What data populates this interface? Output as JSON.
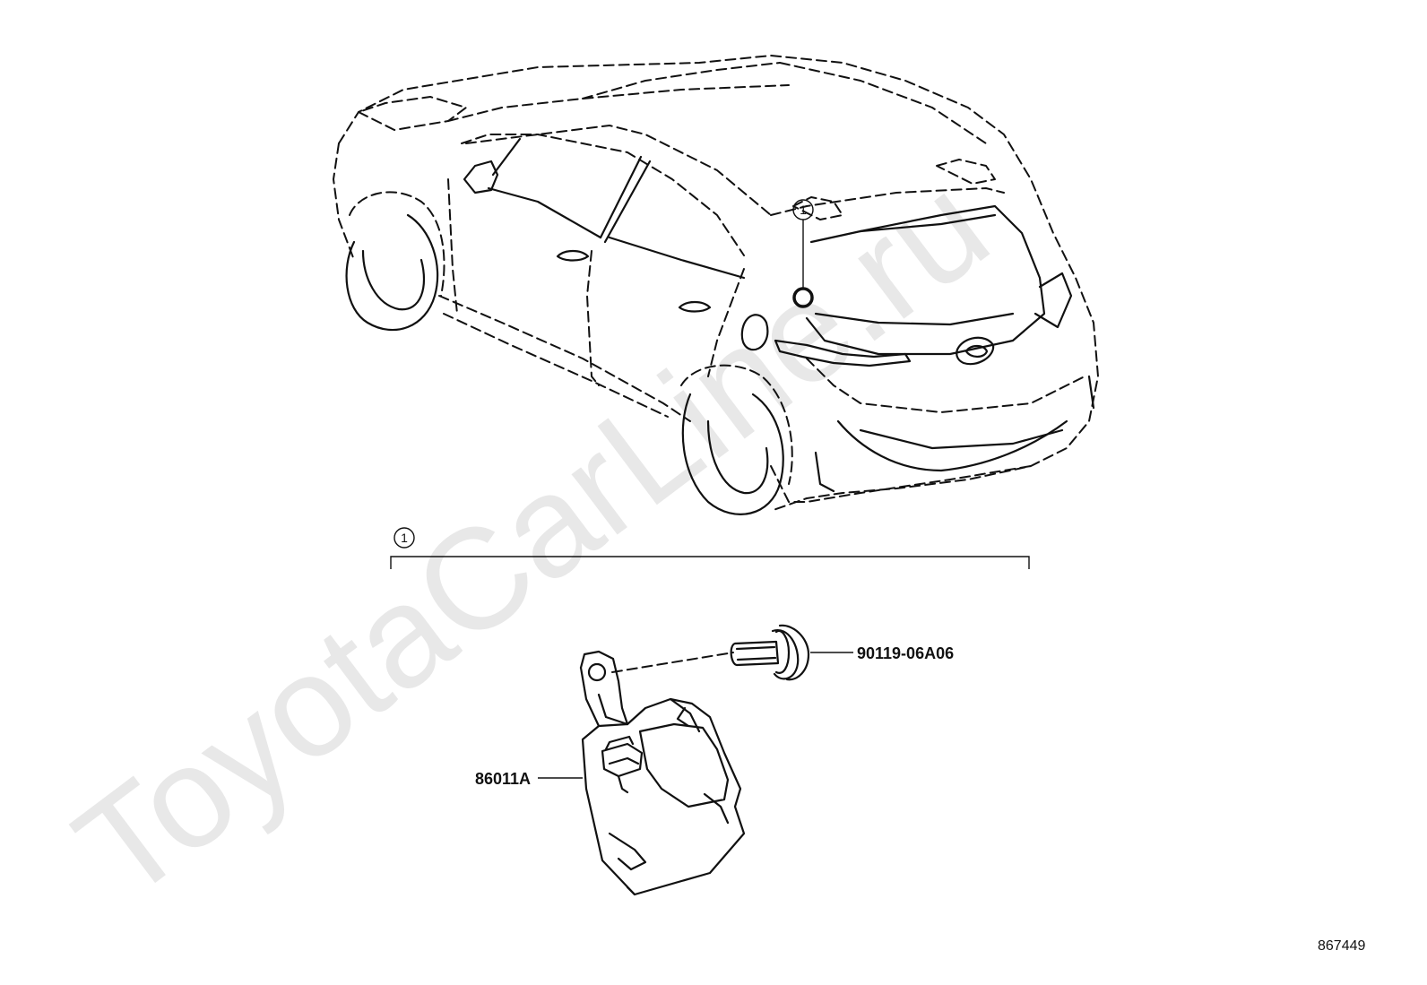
{
  "watermark": "ToyotaCarLine.ru",
  "figure_number": "867449",
  "callout_ref": "1",
  "parts": {
    "bolt_label": "90119-06A06",
    "module_label": "86011A"
  },
  "colors": {
    "line": "#111111",
    "watermark": "#d9d9d9",
    "background": "#ffffff"
  }
}
